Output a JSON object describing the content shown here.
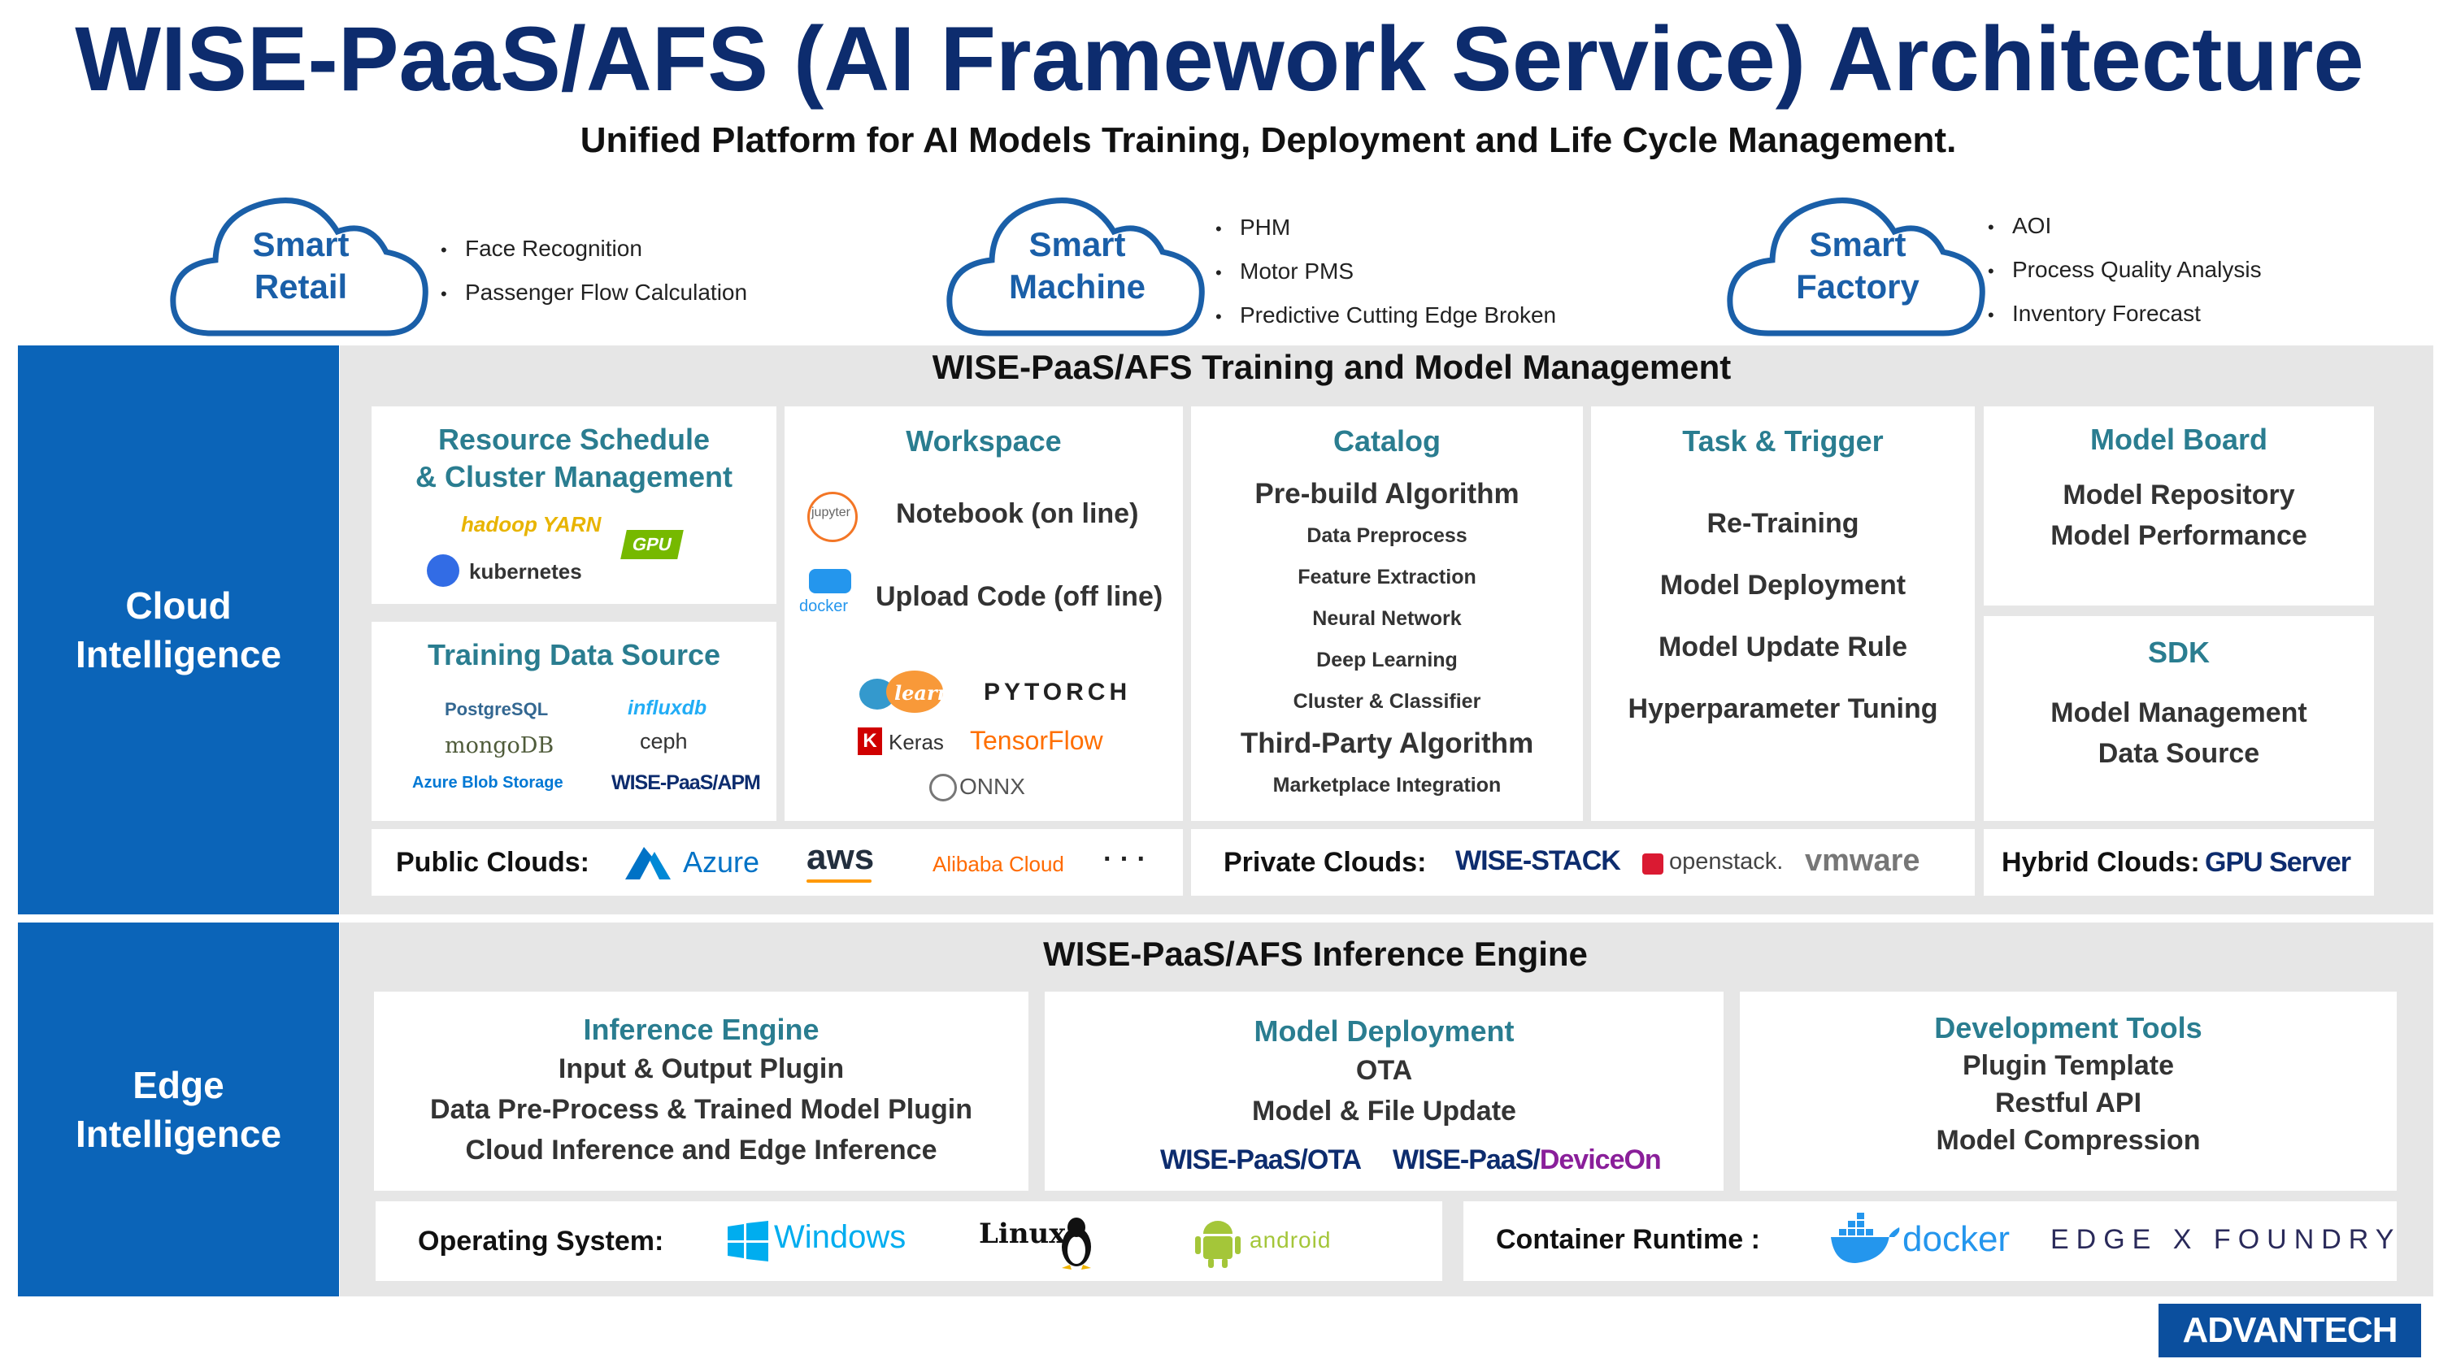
{
  "header": {
    "title": "WISE-PaaS/AFS (AI Framework Service) Architecture",
    "subtitle": "Unified Platform for AI Models Training, Deployment and Life Cycle Management."
  },
  "scenarios": [
    {
      "line1": "Smart",
      "line2": "Retail",
      "bullets": [
        "Face Recognition",
        "Passenger Flow Calculation"
      ]
    },
    {
      "line1": "Smart",
      "line2": "Machine",
      "bullets": [
        "PHM",
        "Motor PMS",
        "Predictive Cutting Edge Broken"
      ]
    },
    {
      "line1": "Smart",
      "line2": "Factory",
      "bullets": [
        "AOI",
        "Process Quality Analysis",
        "Inventory Forecast"
      ]
    }
  ],
  "cloud": {
    "side_line1": "Cloud",
    "side_line2": "Intelligence",
    "section_title": "WISE-PaaS/AFS Training  and Model Management",
    "resource": {
      "title1": "Resource  Schedule",
      "title2": "& Cluster Management",
      "logos": [
        "hadoop YARN",
        "kubernetes",
        "GPU"
      ]
    },
    "training": {
      "title": "Training Data Source",
      "logos": [
        "PostgreSQL",
        "influxdb",
        "mongoDB",
        "ceph",
        "Azure Blob Storage",
        "WISE-PaaS/APM"
      ]
    },
    "workspace": {
      "title": "Workspace",
      "jupyter": "jupyter",
      "notebook": "Notebook (on line)",
      "docker": "docker",
      "upload": "Upload Code (off line)",
      "frameworks": [
        "learn",
        "PYTORCH",
        "Keras",
        "TensorFlow",
        "ONNX"
      ]
    },
    "catalog": {
      "title": "Catalog",
      "prebuild": "Pre-build Algorithm",
      "items": [
        "Data Preprocess",
        "Feature Extraction",
        "Neural Network",
        "Deep Learning",
        "Cluster & Classifier"
      ],
      "third": "Third-Party Algorithm",
      "market": "Marketplace Integration"
    },
    "task": {
      "title": "Task & Trigger",
      "items": [
        "Re-Training",
        "Model Deployment",
        "Model Update Rule",
        "Hyperparameter Tuning"
      ]
    },
    "board": {
      "title": "Model Board",
      "items": [
        "Model Repository",
        "Model Performance"
      ]
    },
    "sdk": {
      "title": "SDK",
      "items": [
        "Model Management",
        "Data Source"
      ]
    },
    "public": {
      "label": "Public Clouds:",
      "azure": "Azure",
      "aws": "aws",
      "alibaba": "Alibaba Cloud",
      "more": "· · ·"
    },
    "private": {
      "label": "Private Clouds:",
      "wisestack": "WISE-STACK",
      "openstack": "openstack.",
      "vmware": "vmware"
    },
    "hybrid": {
      "label": "Hybrid Clouds:",
      "gpu": "GPU Server"
    }
  },
  "edge": {
    "side_line1": "Edge",
    "side_line2": "Intelligence",
    "section_title": "WISE-PaaS/AFS Inference Engine",
    "inference": {
      "title": "Inference Engine",
      "items": [
        "Input & Output Plugin",
        "Data Pre-Process & Trained Model Plugin",
        "Cloud Inference and Edge Inference"
      ]
    },
    "deploy": {
      "title": "Model Deployment",
      "items": [
        "OTA",
        "Model & File Update"
      ],
      "ota": "WISE-PaaS/OTA",
      "deviceon_a": "WISE-PaaS/",
      "deviceon_b": "DeviceOn"
    },
    "devtools": {
      "title": "Development Tools",
      "items": [
        "Plugin Template",
        "Restful API",
        "Model Compression"
      ]
    },
    "os": {
      "label": "Operating System:",
      "windows": "Windows",
      "linux": "Linux",
      "android": "android"
    },
    "container": {
      "label": "Container Runtime :",
      "docker": "docker",
      "edgex": "EDGE X FOUNDRY"
    }
  },
  "brand": {
    "logo": "ADVANTECH"
  },
  "colors": {
    "navy": "#0d2c6e",
    "blue": "#0b64b8",
    "teal": "#2a7d90",
    "panel": "#e6e6e6"
  }
}
